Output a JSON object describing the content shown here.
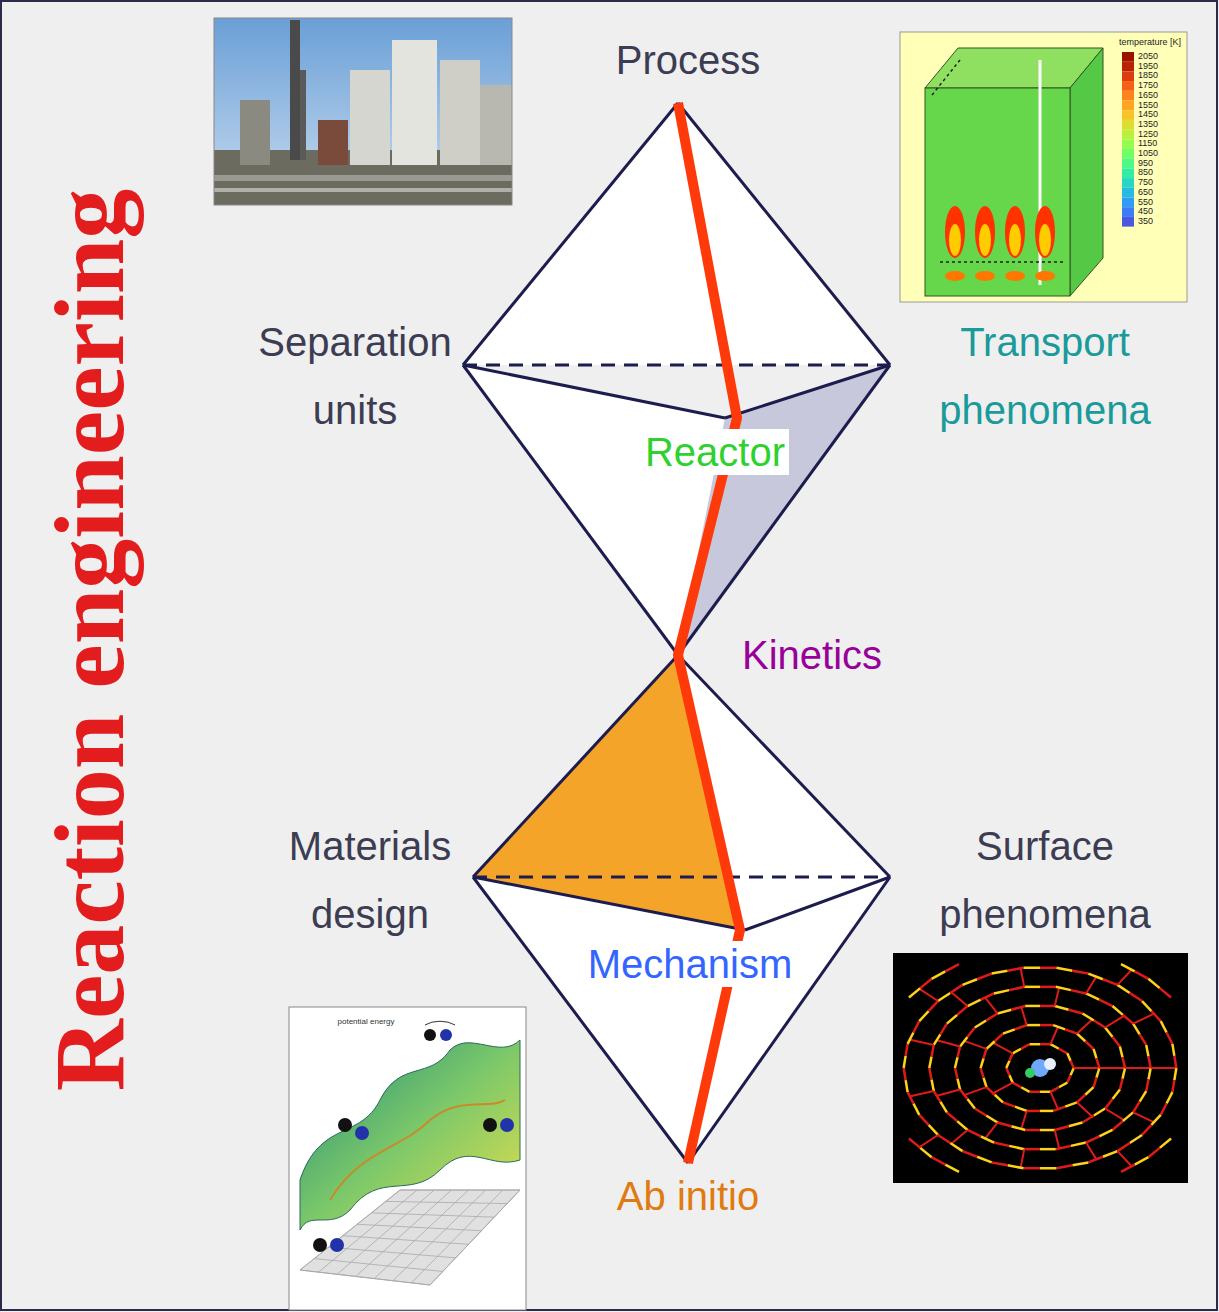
{
  "diagram": {
    "title": "Reaction engineering",
    "labels": [
      "Process",
      "Separation units",
      "Transport phenomena",
      "Reactor",
      "Kinetics",
      "Materials design",
      "Surface phenomena",
      "Mechanism",
      "Ab initio",
      "potential energy",
      "temperature [K]",
      "2050",
      "1950",
      "1850",
      "1750",
      "1650",
      "1550",
      "1450",
      "1350",
      "1250",
      "1150",
      "1050",
      "950",
      "850",
      "750",
      "650",
      "550",
      "450",
      "350"
    ]
  }
}
